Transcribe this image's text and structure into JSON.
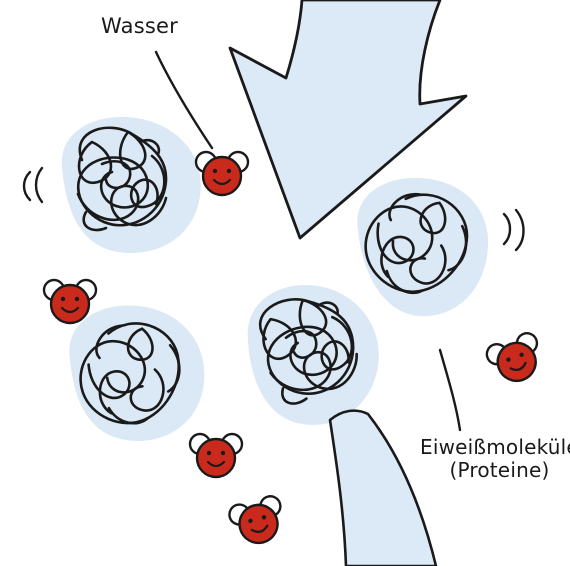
{
  "labels": {
    "water": "Wasser",
    "proteins_line1": "Eiweißmoleküle",
    "proteins_line2": "(Proteine)"
  },
  "colors": {
    "background": "#ffffff",
    "ink": "#1a1a1a",
    "arrow_fill": "#dce9f6",
    "blob_fill": "#dbe8f5",
    "water_molecule": "#c92a1c",
    "hydrogen": "#ffffff"
  },
  "icons": {
    "arrow": "down-left-arrow",
    "molecule": "water-molecule-face",
    "protein": "tangled-protein-coil"
  }
}
